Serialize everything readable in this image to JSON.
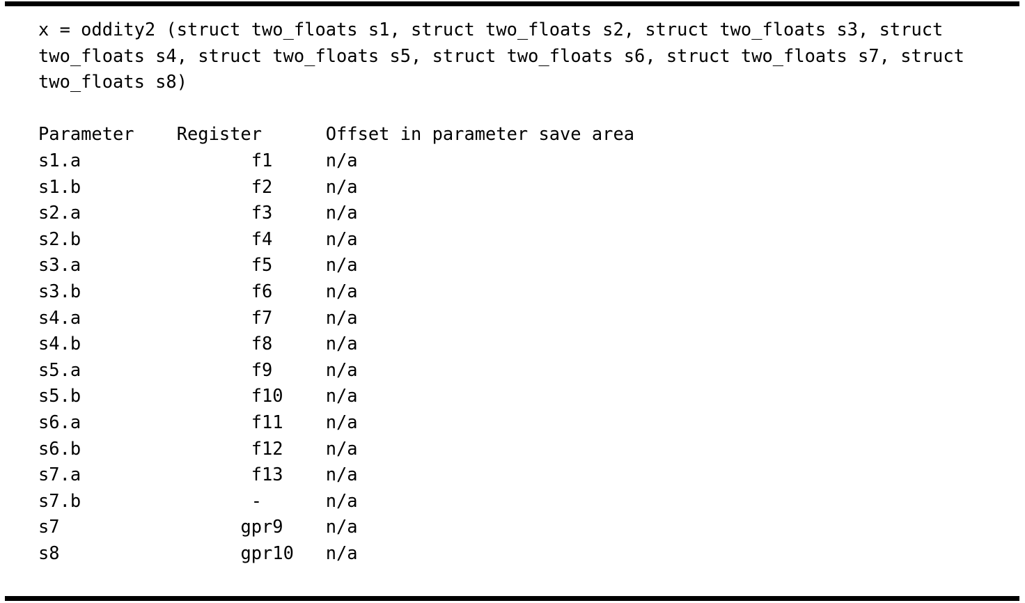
{
  "figure": {
    "signature_lines": [
      "x = oddity2 (struct two_floats s1, struct two_floats s2, struct two_floats s3, struct",
      "two_floats s4, struct two_floats s5, struct two_floats s6, struct two_floats s7, struct",
      "two_floats s8)"
    ],
    "table": {
      "columns": [
        "Parameter",
        "Register",
        "Offset in parameter save area"
      ],
      "rows": [
        {
          "parameter": "s1.a",
          "register": "f1",
          "offset": "n/a"
        },
        {
          "parameter": "s1.b",
          "register": "f2",
          "offset": "n/a"
        },
        {
          "parameter": "s2.a",
          "register": "f3",
          "offset": "n/a"
        },
        {
          "parameter": "s2.b",
          "register": "f4",
          "offset": "n/a"
        },
        {
          "parameter": "s3.a",
          "register": "f5",
          "offset": "n/a"
        },
        {
          "parameter": "s3.b",
          "register": "f6",
          "offset": "n/a"
        },
        {
          "parameter": "s4.a",
          "register": "f7",
          "offset": "n/a"
        },
        {
          "parameter": "s4.b",
          "register": "f8",
          "offset": "n/a"
        },
        {
          "parameter": "s5.a",
          "register": "f9",
          "offset": "n/a"
        },
        {
          "parameter": "s5.b",
          "register": "f10",
          "offset": "n/a"
        },
        {
          "parameter": "s6.a",
          "register": "f11",
          "offset": "n/a"
        },
        {
          "parameter": "s6.b",
          "register": "f12",
          "offset": "n/a"
        },
        {
          "parameter": "s7.a",
          "register": "f13",
          "offset": "n/a"
        },
        {
          "parameter": "s7.b",
          "register": "-",
          "offset": "n/a"
        },
        {
          "parameter": "s7",
          "register": "gpr9",
          "offset": "n/a"
        },
        {
          "parameter": "s8",
          "register": "gpr10",
          "offset": "n/a"
        }
      ]
    },
    "colors": {
      "text": "#000000",
      "rule": "#000000",
      "background": "#ffffff"
    }
  }
}
